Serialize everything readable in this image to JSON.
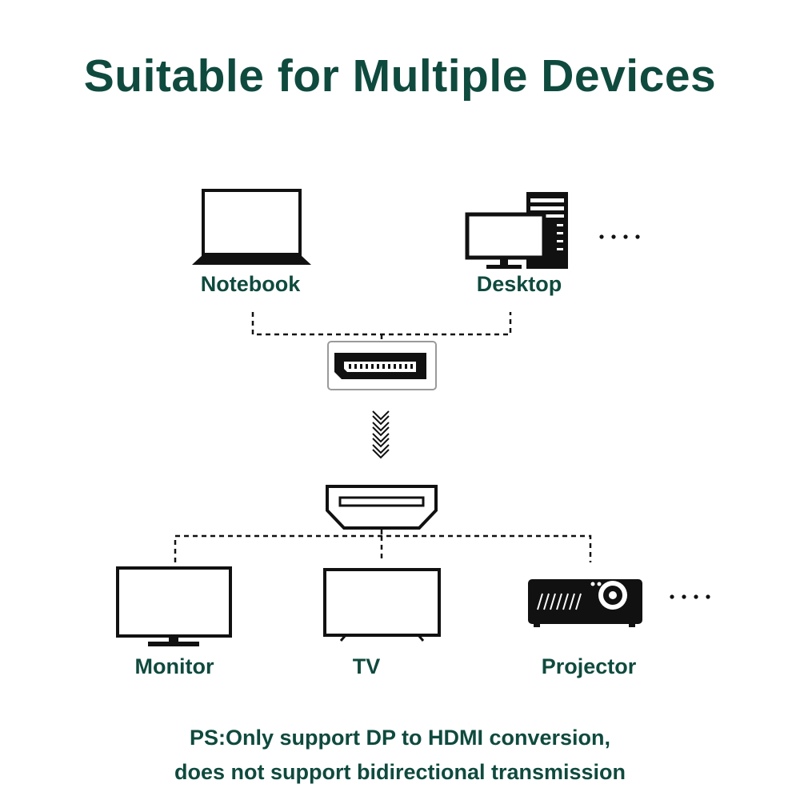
{
  "title": "Suitable for Multiple Devices",
  "sources": [
    {
      "label": "Notebook",
      "icon": "laptop-icon"
    },
    {
      "label": "Desktop",
      "icon": "desktop-computer-icon"
    }
  ],
  "connectors": {
    "input": "displayport-connector-icon",
    "arrow": "down-chevrons-icon",
    "output": "hdmi-connector-icon"
  },
  "targets": [
    {
      "label": "Monitor",
      "icon": "monitor-icon"
    },
    {
      "label": "TV",
      "icon": "tv-icon"
    },
    {
      "label": "Projector",
      "icon": "projector-icon"
    }
  ],
  "note": {
    "line1": "PS:Only support DP to HDMI conversion,",
    "line2": "does not support bidirectional transmission"
  },
  "colors": {
    "text": "#0f4a3e",
    "icon": "#111111"
  }
}
